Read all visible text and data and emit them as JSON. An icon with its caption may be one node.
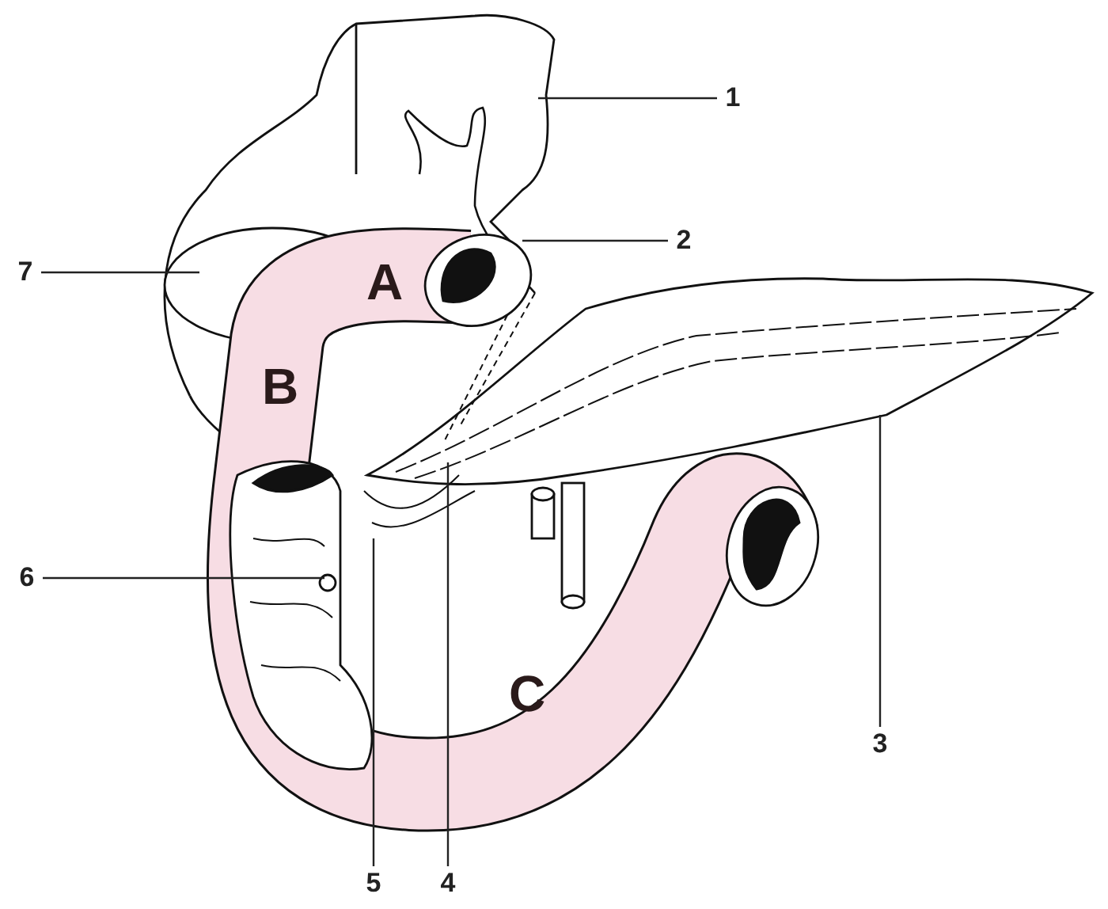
{
  "diagram": {
    "nodes": [
      {
        "text": [
          "1"
        ]
      },
      {
        "text": [
          "2"
        ]
      },
      {
        "text": [
          "7"
        ]
      },
      {
        "text": [
          "6"
        ]
      },
      {
        "text": [
          "3"
        ]
      },
      {
        "text": [
          "5"
        ]
      },
      {
        "text": [
          "4"
        ]
      }
    ],
    "edges": [
      {
        "from": 0,
        "to": null,
        "arrow": "none"
      },
      {
        "from": 1,
        "to": null,
        "arrow": "none"
      },
      {
        "from": 2,
        "to": null,
        "arrow": "none"
      },
      {
        "from": 3,
        "to": null,
        "arrow": "none"
      },
      {
        "from": 4,
        "to": null,
        "arrow": "none"
      },
      {
        "from": 5,
        "to": null,
        "arrow": "none"
      },
      {
        "from": 6,
        "to": null,
        "arrow": "none"
      }
    ],
    "labels": [
      "A",
      "B",
      "C"
    ]
  }
}
